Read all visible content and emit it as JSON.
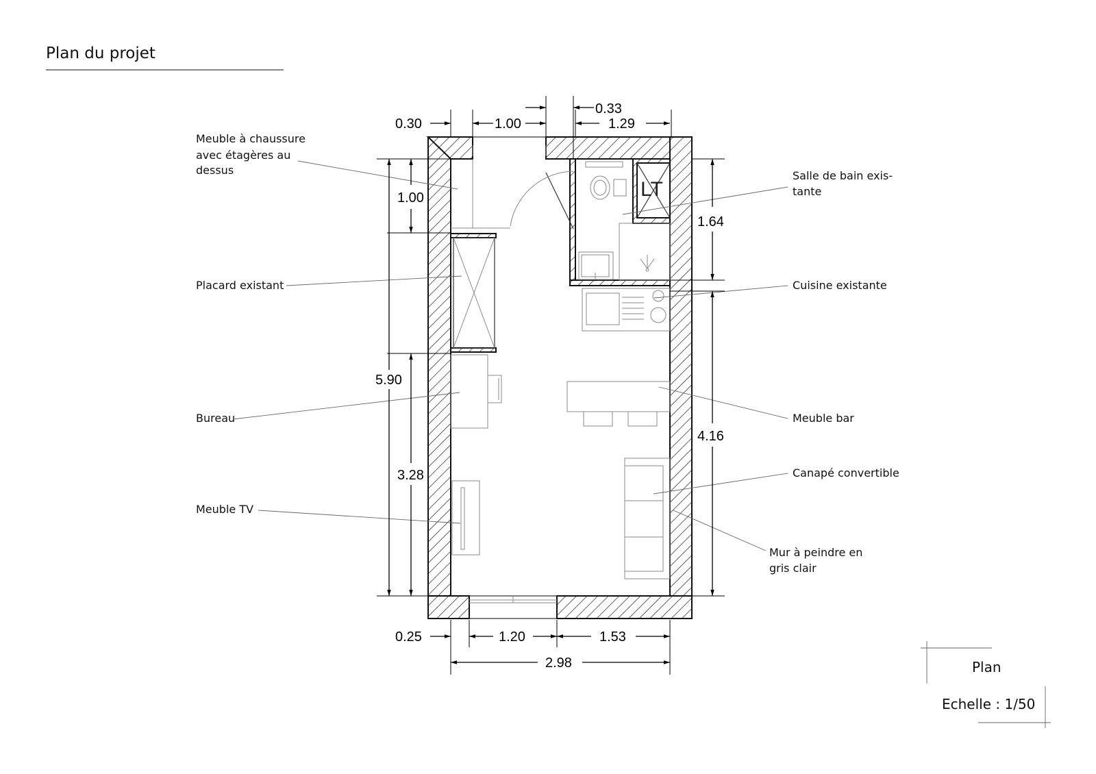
{
  "title": "Plan du projet",
  "labels": {
    "shoe_cabinet": [
      "Meuble à chaussure",
      "avec étagères au",
      "dessus"
    ],
    "closet": [
      "Placard existant"
    ],
    "desk": [
      "Bureau"
    ],
    "tv_unit": [
      "Meuble TV"
    ],
    "bathroom": [
      "Salle de bain exis-",
      "tante"
    ],
    "kitchen": [
      "Cuisine existante"
    ],
    "bar": [
      "Meuble bar"
    ],
    "sofa": [
      "Canapé convertible"
    ],
    "wall_paint": [
      "Mur à peindre en",
      "gris clair"
    ]
  },
  "dimensions": {
    "top_wall": "0.30",
    "entry_door": "1.00",
    "bath_wall": "0.33",
    "bath_width": "1.29",
    "entry_depth": "1.00",
    "total_length": "5.90",
    "lower_left": "3.28",
    "bath_depth": "1.64",
    "main_right": "4.16",
    "bottom_wall": "0.25",
    "window": "1.20",
    "window_right": "1.53",
    "total_width": "2.98"
  },
  "fixture_label": "LT",
  "cartouche": {
    "view": "Plan",
    "scale": "Echelle : 1/50"
  }
}
